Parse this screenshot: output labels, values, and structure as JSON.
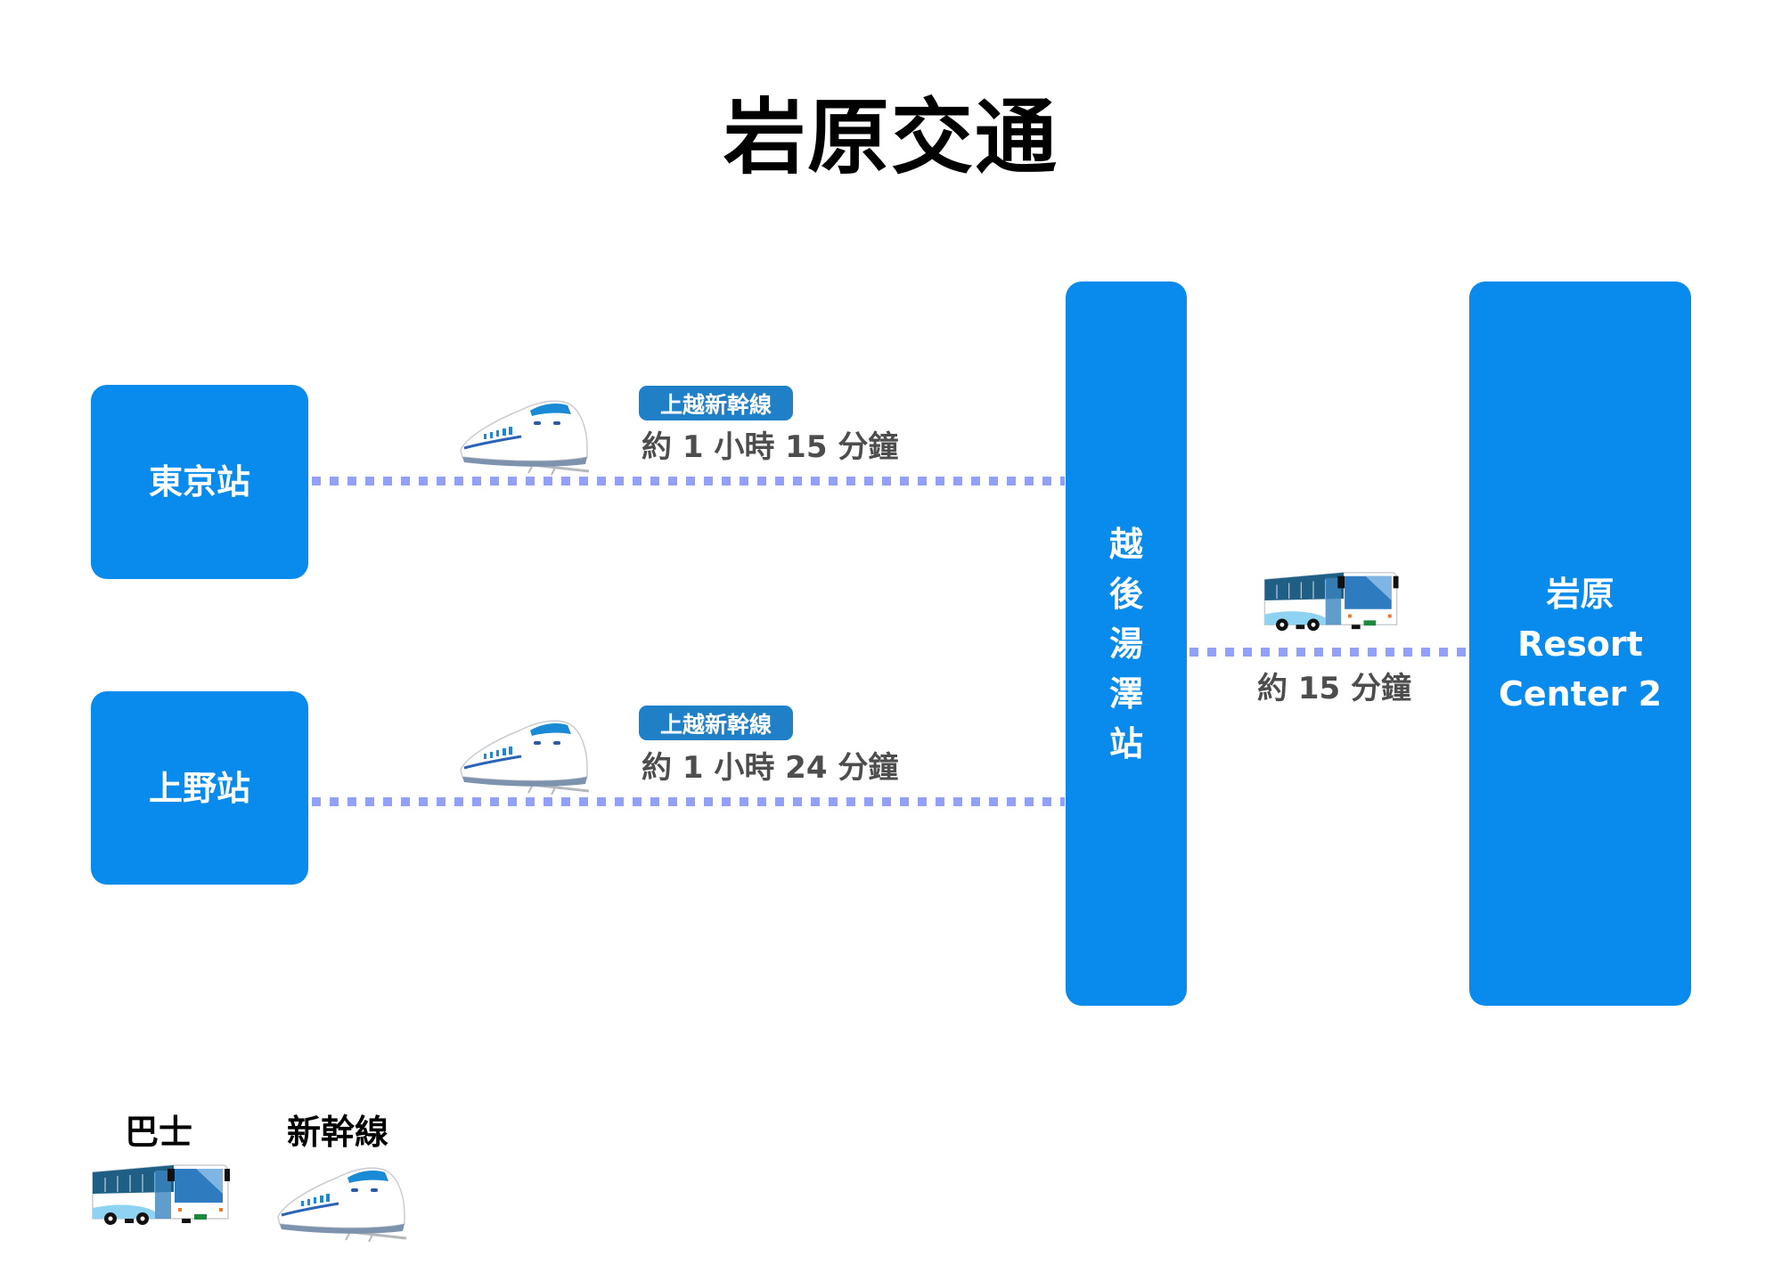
{
  "title": "岩原交通",
  "stations": {
    "tokyo": "東京站",
    "ueno": "上野站",
    "echigo_yuzawa_chars": [
      "越",
      "後",
      "湯",
      "澤",
      "站"
    ],
    "iwahara": [
      "岩原",
      "Resort",
      "Center 2"
    ]
  },
  "routes": [
    {
      "line": "上越新幹線",
      "duration": "約 1 小時 15 分鐘",
      "icon": "shinkansen-icon"
    },
    {
      "line": "上越新幹線",
      "duration": "約 1 小時 24 分鐘",
      "icon": "shinkansen-icon"
    },
    {
      "duration": "約 15 分鐘",
      "icon": "bus-icon"
    }
  ],
  "legend": {
    "bus": "巴士",
    "shinkansen": "新幹線"
  },
  "colors": {
    "station_box": "#088bed",
    "badge": "#1f7fc7",
    "dotted_line": "#93a0f7",
    "duration_text": "#4d4d4d"
  }
}
